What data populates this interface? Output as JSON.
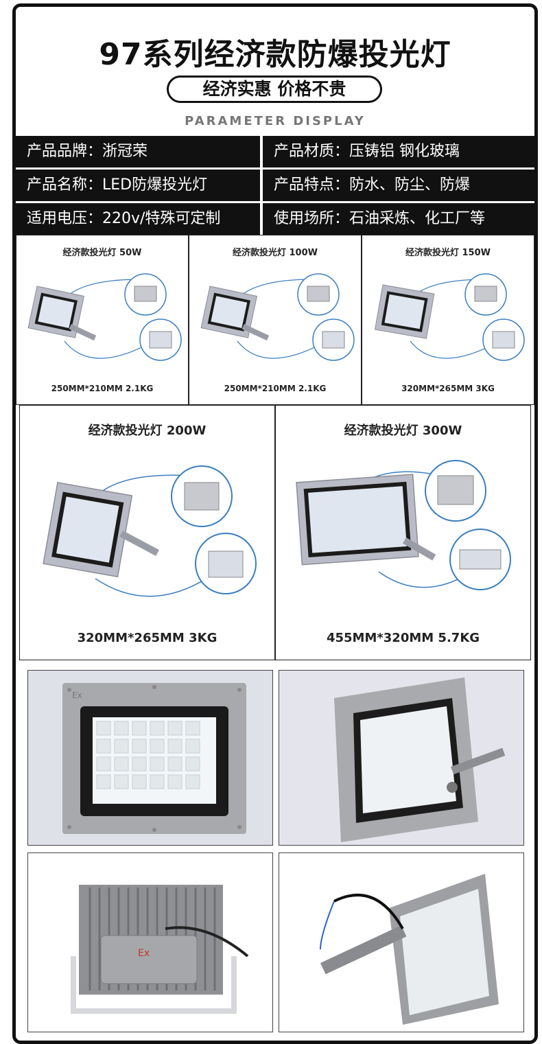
{
  "header": {
    "title": "97系列经济款防爆投光灯",
    "slogan": "经济实惠  价格不贵",
    "subtitle": "PARAMETER DISPLAY"
  },
  "specs": [
    {
      "left": "产品品牌：浙冠荣",
      "right": "产品材质：压铸铝 钢化玻璃"
    },
    {
      "left": "产品名称：LED防爆投光灯",
      "right": "产品特点：防水、防尘、防爆"
    },
    {
      "left": "适用电压：220v/特殊可定制",
      "right": "使用场所：石油采炼、化工厂等"
    }
  ],
  "models_small": [
    {
      "title": "经济款投光灯 50W",
      "spec": "250MM*210MM 2.1KG"
    },
    {
      "title": "经济款投光灯 100W",
      "spec": "250MM*210MM 2.1KG"
    },
    {
      "title": "经济款投光灯 150W",
      "spec": "320MM*265MM 3KG"
    }
  ],
  "models_large": [
    {
      "title": "经济款投光灯 200W",
      "spec": "320MM*265MM 3KG"
    },
    {
      "title": "经济款投光灯 300W",
      "spec": "455MM*320MM 5.7KG"
    }
  ],
  "photo_marks": {
    "ex_label": "Ex",
    "ex_label_2": "Ex"
  }
}
